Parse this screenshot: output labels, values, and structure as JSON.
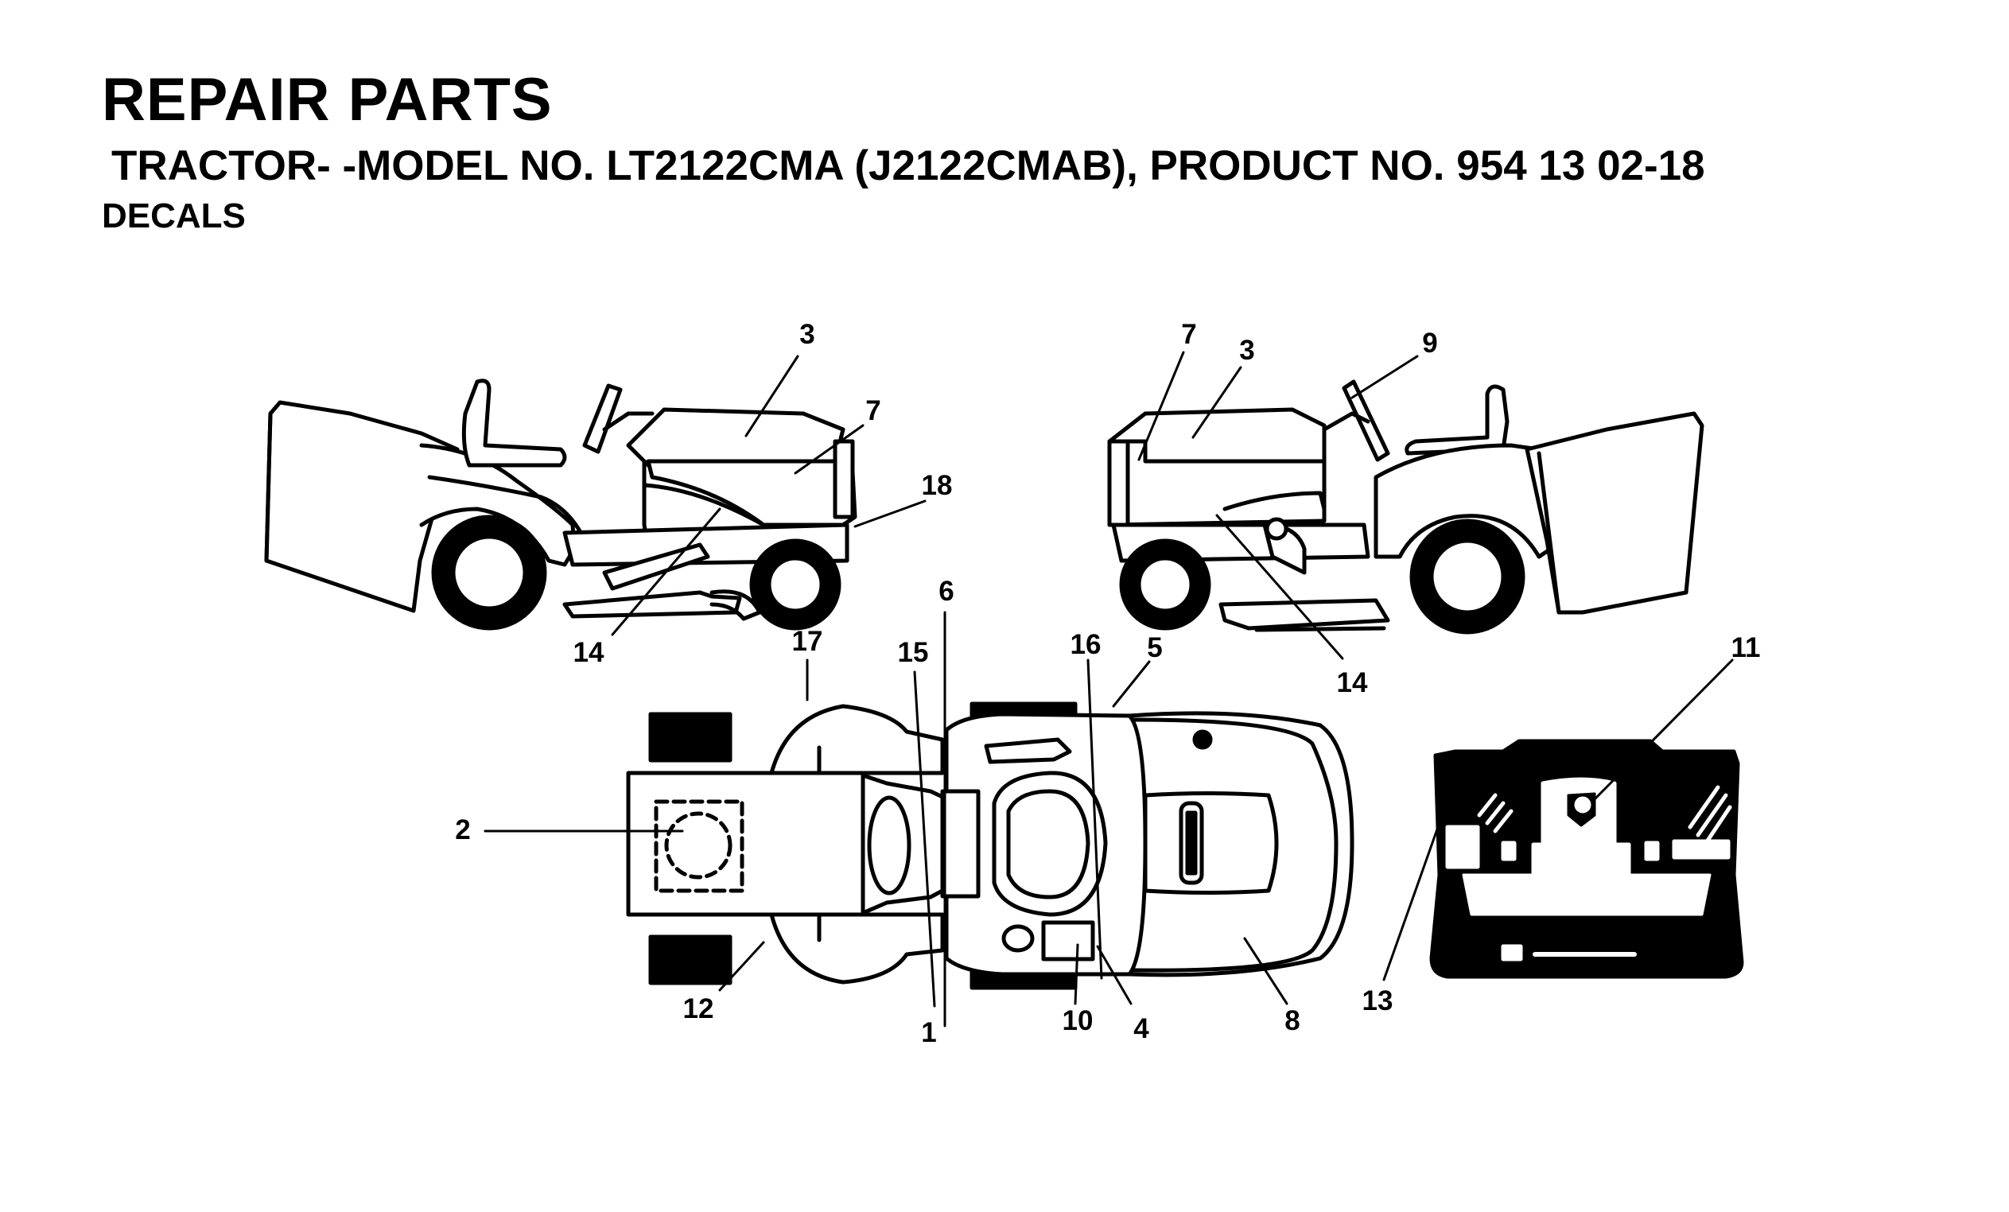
{
  "header": {
    "title": "REPAIR PARTS",
    "subtitle": "TRACTOR- -MODEL NO. LT2122CMA (J2122CMAB), PRODUCT NO. 954 13 02-18",
    "section": "DECALS"
  },
  "callouts": [
    {
      "id": "c3a",
      "label": "3"
    },
    {
      "id": "c7a",
      "label": "7"
    },
    {
      "id": "c18",
      "label": "18"
    },
    {
      "id": "c14a",
      "label": "14"
    },
    {
      "id": "c7b",
      "label": "7"
    },
    {
      "id": "c3b",
      "label": "3"
    },
    {
      "id": "c9",
      "label": "9"
    },
    {
      "id": "c14b",
      "label": "14"
    },
    {
      "id": "c6",
      "label": "6"
    },
    {
      "id": "c17",
      "label": "17"
    },
    {
      "id": "c15",
      "label": "15"
    },
    {
      "id": "c16",
      "label": "16"
    },
    {
      "id": "c5",
      "label": "5"
    },
    {
      "id": "c11",
      "label": "11"
    },
    {
      "id": "c2",
      "label": "2"
    },
    {
      "id": "c12",
      "label": "12"
    },
    {
      "id": "c1",
      "label": "1"
    },
    {
      "id": "c10",
      "label": "10"
    },
    {
      "id": "c4",
      "label": "4"
    },
    {
      "id": "c8",
      "label": "8"
    },
    {
      "id": "c13",
      "label": "13"
    }
  ]
}
